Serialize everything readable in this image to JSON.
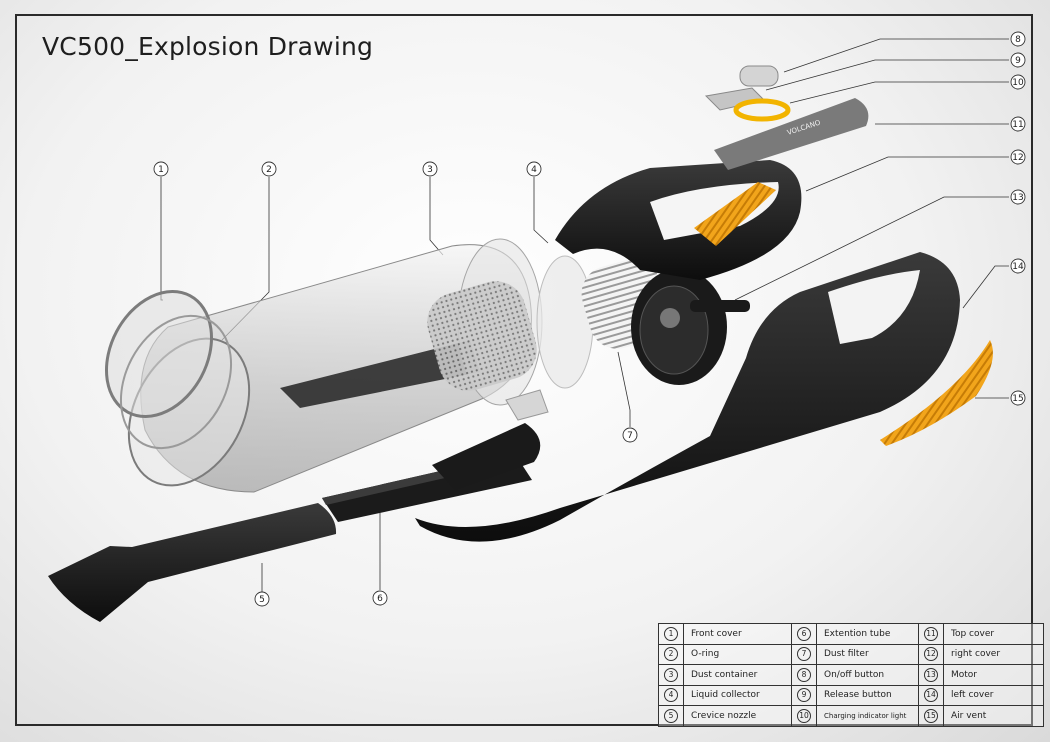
{
  "title": "VC500_Explosion Drawing",
  "brand_text": "VOLCANO",
  "colors": {
    "accent_orange": "#f2a51b",
    "body_black": "#1c1c1c",
    "frame": "#2a2a2a"
  },
  "callouts": [
    "1",
    "2",
    "3",
    "4",
    "5",
    "6",
    "7",
    "8",
    "9",
    "10",
    "11",
    "12",
    "13",
    "14",
    "15"
  ],
  "legend": [
    {
      "num": "1",
      "label": "Front cover"
    },
    {
      "num": "2",
      "label": "O-ring"
    },
    {
      "num": "3",
      "label": "Dust container"
    },
    {
      "num": "4",
      "label": "Liquid collector"
    },
    {
      "num": "5",
      "label": "Crevice nozzle"
    },
    {
      "num": "6",
      "label": "Extention tube"
    },
    {
      "num": "7",
      "label": "Dust filter"
    },
    {
      "num": "8",
      "label": "On/off button"
    },
    {
      "num": "9",
      "label": "Release button"
    },
    {
      "num": "10",
      "label": "Charging indicator light"
    },
    {
      "num": "11",
      "label": "Top cover"
    },
    {
      "num": "12",
      "label": "right cover"
    },
    {
      "num": "13",
      "label": "Motor"
    },
    {
      "num": "14",
      "label": "left cover"
    },
    {
      "num": "15",
      "label": "Air vent"
    }
  ]
}
